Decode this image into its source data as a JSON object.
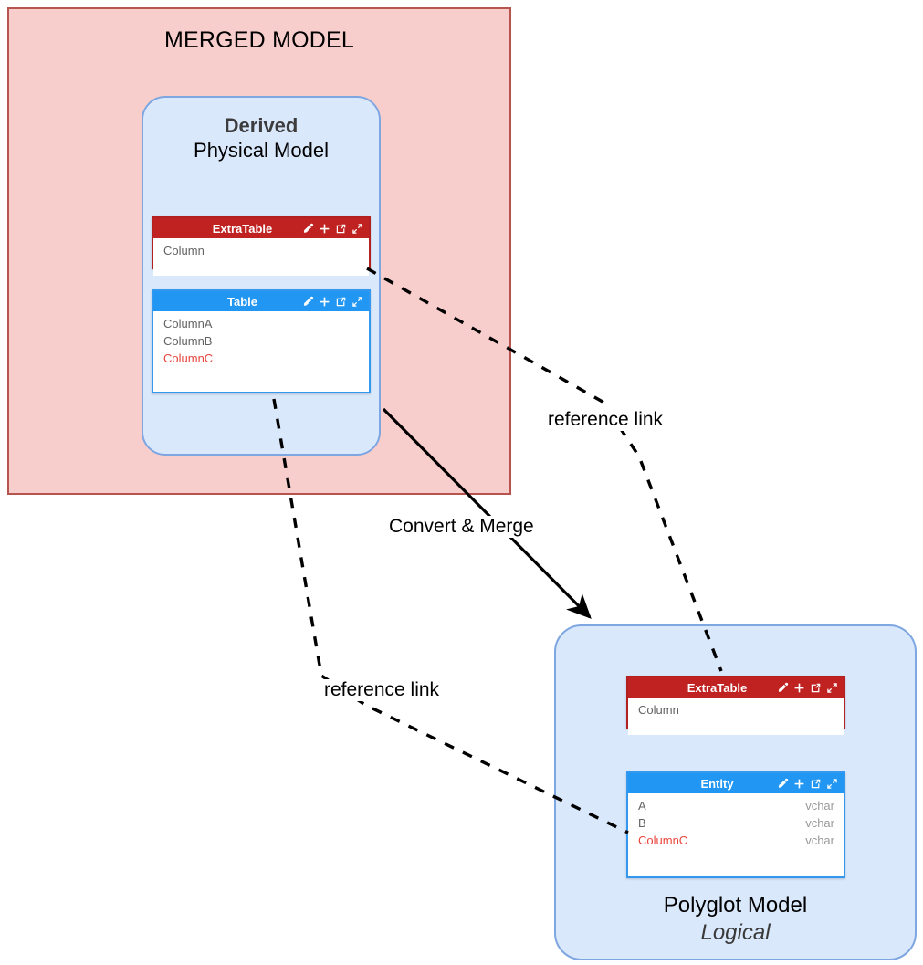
{
  "diagram": {
    "title": "MERGED MODEL",
    "background": "#ffffff"
  },
  "colors": {
    "merged_fill": "#f8cecc",
    "merged_stroke": "#b85450",
    "model_fill": "#dae8fc",
    "model_stroke": "#7ea6e0",
    "table_red": "#bf2220",
    "table_blue": "#2196f3",
    "highlight_text": "#e8453c",
    "normal_text": "#636363",
    "type_text": "#9a9a9a"
  },
  "merged_model": {
    "label": "MERGED MODEL"
  },
  "derived_model": {
    "caption_line1": "Derived",
    "caption_line2": "Physical Model",
    "tables": [
      {
        "name": "ExtraTable",
        "accent": "red",
        "icons": [
          "eyedropper-icon",
          "plus-icon",
          "external-link-icon",
          "expand-icon"
        ],
        "rows": [
          {
            "name": "Column",
            "type": "",
            "highlight": false
          }
        ]
      },
      {
        "name": "Table",
        "accent": "blue",
        "icons": [
          "eyedropper-icon",
          "plus-icon",
          "external-link-icon",
          "expand-icon"
        ],
        "rows": [
          {
            "name": "ColumnA",
            "type": "",
            "highlight": false
          },
          {
            "name": "ColumnB",
            "type": "",
            "highlight": false
          },
          {
            "name": "ColumnC",
            "type": "",
            "highlight": true
          }
        ]
      }
    ]
  },
  "polyglot_model": {
    "caption_line1": "Polyglot Model",
    "caption_line2": "Logical",
    "tables": [
      {
        "name": "ExtraTable",
        "accent": "red",
        "icons": [
          "eyedropper-icon",
          "plus-icon",
          "external-link-icon",
          "expand-icon"
        ],
        "rows": [
          {
            "name": "Column",
            "type": "",
            "highlight": false
          }
        ]
      },
      {
        "name": "Entity",
        "accent": "blue",
        "icons": [
          "eyedropper-icon",
          "plus-icon",
          "external-link-icon",
          "expand-icon"
        ],
        "rows": [
          {
            "name": "A",
            "type": "vchar",
            "highlight": false
          },
          {
            "name": "B",
            "type": "vchar",
            "highlight": false
          },
          {
            "name": "ColumnC",
            "type": "vchar",
            "highlight": true
          }
        ]
      }
    ]
  },
  "connectors": {
    "reference_link_top": "reference link",
    "reference_link_bottom": "reference link",
    "convert_merge": "Convert & Merge"
  }
}
